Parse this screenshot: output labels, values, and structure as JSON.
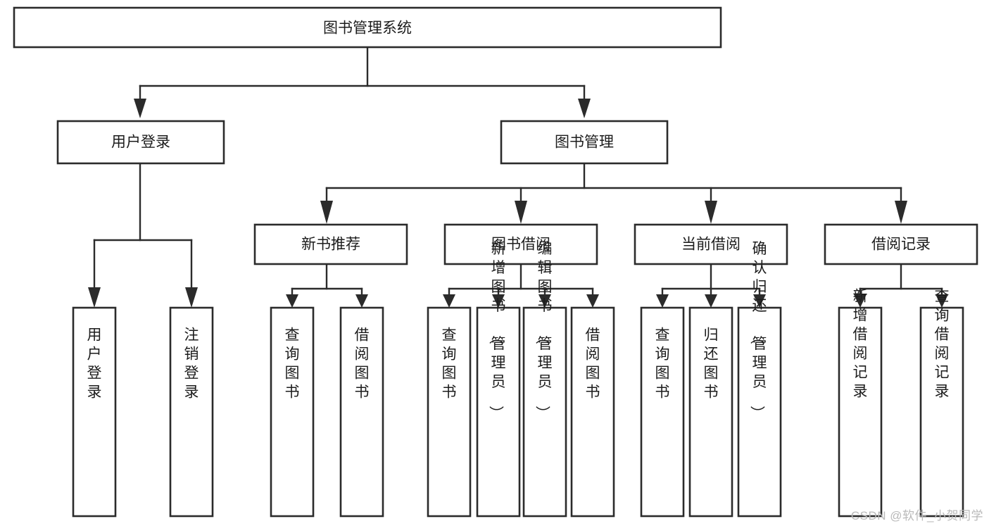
{
  "diagram": {
    "type": "tree-hierarchy",
    "title": "图书管理系统",
    "watermark": "CSDN @软件_小贺同学",
    "colors": {
      "background": "#ffffff",
      "box_stroke": "#2b2b2b",
      "box_fill": "#ffffff",
      "text": "#1c1c1c",
      "watermark": "#b9b9b9"
    },
    "levels": {
      "root": {
        "label": "图书管理系统",
        "orientation": "horizontal"
      },
      "level2": [
        {
          "label": "用户登录",
          "orientation": "horizontal"
        },
        {
          "label": "图书管理",
          "orientation": "horizontal"
        }
      ],
      "level3": [
        {
          "label": "新书推荐",
          "orientation": "horizontal",
          "parent": "图书管理"
        },
        {
          "label": "图书借阅",
          "orientation": "horizontal",
          "parent": "图书管理"
        },
        {
          "label": "当前借阅",
          "orientation": "horizontal",
          "parent": "图书管理"
        },
        {
          "label": "借阅记录",
          "orientation": "horizontal",
          "parent": "图书管理"
        }
      ],
      "leaves": [
        {
          "label": "用户登录",
          "orientation": "vertical",
          "parent": "用户登录"
        },
        {
          "label": "注销登录",
          "orientation": "vertical",
          "parent": "用户登录"
        },
        {
          "label": "查询图书",
          "orientation": "vertical",
          "parent": "新书推荐"
        },
        {
          "label": "借阅图书",
          "orientation": "vertical",
          "parent": "新书推荐"
        },
        {
          "label": "查询图书",
          "orientation": "vertical",
          "parent": "图书借阅"
        },
        {
          "label": "新增图书（管理员）",
          "orientation": "vertical",
          "parent": "图书借阅"
        },
        {
          "label": "编辑图书（管理员）",
          "orientation": "vertical",
          "parent": "图书借阅"
        },
        {
          "label": "借阅图书",
          "orientation": "vertical",
          "parent": "图书借阅"
        },
        {
          "label": "查询图书",
          "orientation": "vertical",
          "parent": "当前借阅"
        },
        {
          "label": "归还图书",
          "orientation": "vertical",
          "parent": "当前借阅"
        },
        {
          "label": "确认归还（管理员）",
          "orientation": "vertical",
          "parent": "当前借阅"
        },
        {
          "label": "新增借阅记录",
          "orientation": "vertical",
          "parent": "借阅记录"
        },
        {
          "label": "查询借阅记录",
          "orientation": "vertical",
          "parent": "借阅记录"
        }
      ]
    }
  }
}
